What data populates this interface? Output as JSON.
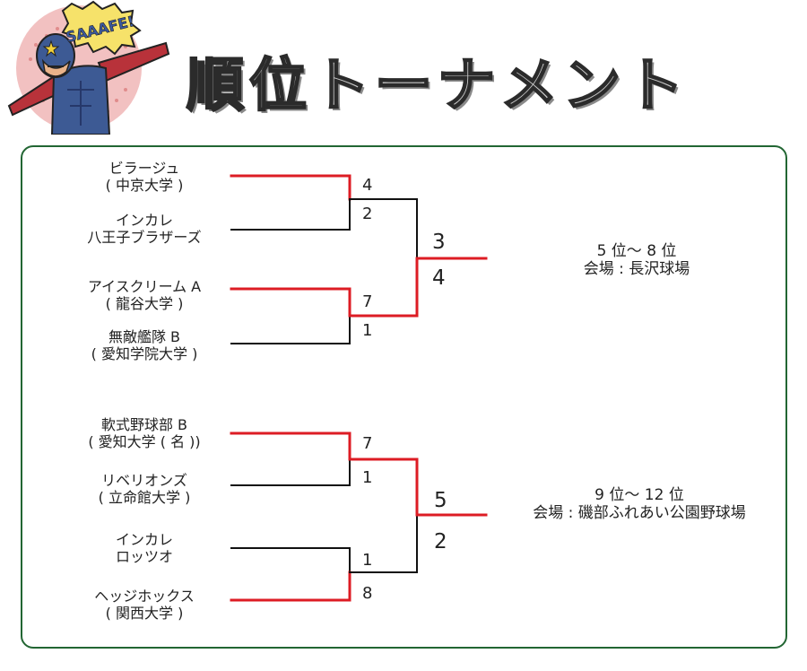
{
  "header": {
    "title": "順位トーナメント",
    "mascot_exclamation": "SAAAFE!"
  },
  "blocks": [
    {
      "teams": [
        {
          "name": "ビラージュ",
          "sub": "( 中京大学 )"
        },
        {
          "name": "インカレ",
          "sub": "八王子ブラザーズ"
        },
        {
          "name": "アイスクリーム A",
          "sub": "( 龍谷大学 )"
        },
        {
          "name": "無敵艦隊 B",
          "sub": "( 愛知学院大学 )"
        }
      ],
      "semis": [
        {
          "upper_score": "4",
          "lower_score": "2",
          "winner": "upper"
        },
        {
          "upper_score": "7",
          "lower_score": "1",
          "winner": "upper"
        }
      ],
      "final": {
        "upper_score": "3",
        "lower_score": "4",
        "winner": "lower"
      },
      "venue": {
        "places": "5 位～ 8 位",
        "location": "会場 : 長沢球場"
      }
    },
    {
      "teams": [
        {
          "name": "軟式野球部 B",
          "sub": "( 愛知大学 ( 名 ))"
        },
        {
          "name": "リベリオンズ",
          "sub": "( 立命館大学 )"
        },
        {
          "name": "インカレ",
          "sub": "ロッツオ"
        },
        {
          "name": "ヘッジホックス",
          "sub": "( 関西大学 )"
        }
      ],
      "semis": [
        {
          "upper_score": "7",
          "lower_score": "1",
          "winner": "upper"
        },
        {
          "upper_score": "1",
          "lower_score": "8",
          "winner": "lower"
        }
      ],
      "final": {
        "upper_score": "5",
        "lower_score": "2",
        "winner": "upper"
      },
      "venue": {
        "places": "9 位～ 12 位",
        "location": "会場 : 磯部ふれあい公園野球場"
      }
    }
  ],
  "colors": {
    "winner_line": "#dd1c24",
    "loser_line": "#111111",
    "frame_border": "#226633",
    "title_fill": "#c9c9c9"
  }
}
